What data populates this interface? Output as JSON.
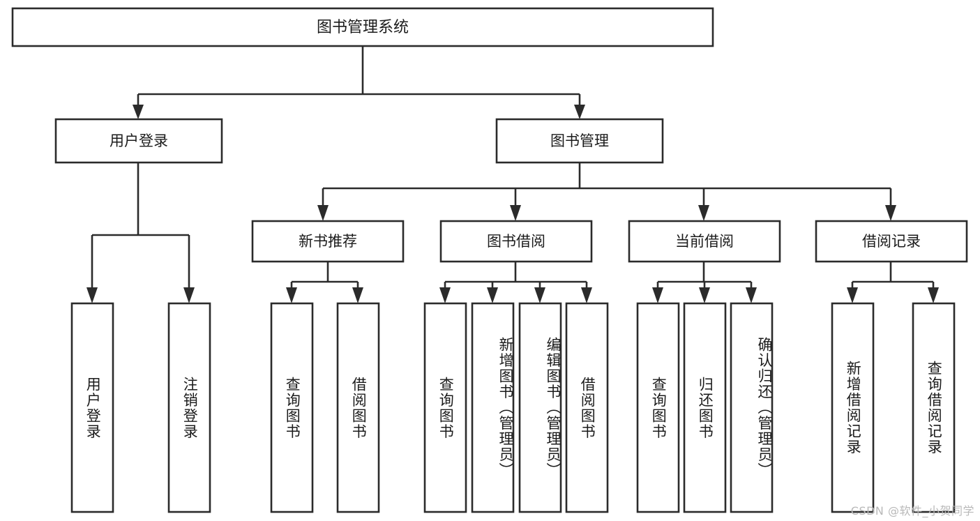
{
  "diagram": {
    "title": "图书管理系统",
    "type": "hierarchy-tree",
    "orientation": "top-down",
    "background_color": "#ffffff",
    "line_color": "#2b2b2b",
    "box_fill": "#ffffff",
    "text_color": "#1b1b1b",
    "root": {
      "id": "root",
      "label": "图书管理系统",
      "level": 0,
      "orientation": "horizontal"
    },
    "level1": [
      {
        "id": "user-login",
        "label": "用户登录",
        "level": 1,
        "orientation": "horizontal"
      },
      {
        "id": "book-management",
        "label": "图书管理",
        "level": 1,
        "orientation": "horizontal"
      }
    ],
    "level2": [
      {
        "id": "new-book-recommend",
        "label": "新书推荐",
        "level": 2,
        "orientation": "horizontal",
        "parent": "book-management"
      },
      {
        "id": "book-borrow",
        "label": "图书借阅",
        "level": 2,
        "orientation": "horizontal",
        "parent": "book-management"
      },
      {
        "id": "current-borrow",
        "label": "当前借阅",
        "level": 2,
        "orientation": "horizontal",
        "parent": "book-management"
      },
      {
        "id": "borrow-record",
        "label": "借阅记录",
        "level": 2,
        "orientation": "horizontal",
        "parent": "book-management"
      }
    ],
    "leaves": [
      {
        "id": "leaf-user-login",
        "label": "用户登录",
        "orientation": "vertical",
        "parent": "user-login"
      },
      {
        "id": "leaf-logout-login",
        "label": "注销登录",
        "orientation": "vertical",
        "parent": "user-login"
      },
      {
        "id": "leaf-query-book-1",
        "label": "查询图书",
        "orientation": "vertical",
        "parent": "new-book-recommend"
      },
      {
        "id": "leaf-borrow-book-1",
        "label": "借阅图书",
        "orientation": "vertical",
        "parent": "new-book-recommend"
      },
      {
        "id": "leaf-query-book-2",
        "label": "查询图书",
        "orientation": "vertical",
        "parent": "book-borrow"
      },
      {
        "id": "leaf-add-book",
        "label": "新增图书（管理员）",
        "orientation": "vertical",
        "parent": "book-borrow"
      },
      {
        "id": "leaf-edit-book",
        "label": "编辑图书（管理员）",
        "orientation": "vertical",
        "parent": "book-borrow"
      },
      {
        "id": "leaf-borrow-book-2",
        "label": "借阅图书",
        "orientation": "vertical",
        "parent": "book-borrow"
      },
      {
        "id": "leaf-query-book-3",
        "label": "查询图书",
        "orientation": "vertical",
        "parent": "current-borrow"
      },
      {
        "id": "leaf-return-book",
        "label": "归还图书",
        "orientation": "vertical",
        "parent": "current-borrow"
      },
      {
        "id": "leaf-confirm-return",
        "label": "确认归还（管理员）",
        "orientation": "vertical",
        "parent": "current-borrow"
      },
      {
        "id": "leaf-add-borrow-record",
        "label": "新增借阅记录",
        "orientation": "vertical",
        "parent": "borrow-record"
      },
      {
        "id": "leaf-query-borrow-record",
        "label": "查询借阅记录",
        "orientation": "vertical",
        "parent": "borrow-record"
      }
    ]
  },
  "watermark": {
    "text": "CSDN @软件_小贺同学"
  }
}
